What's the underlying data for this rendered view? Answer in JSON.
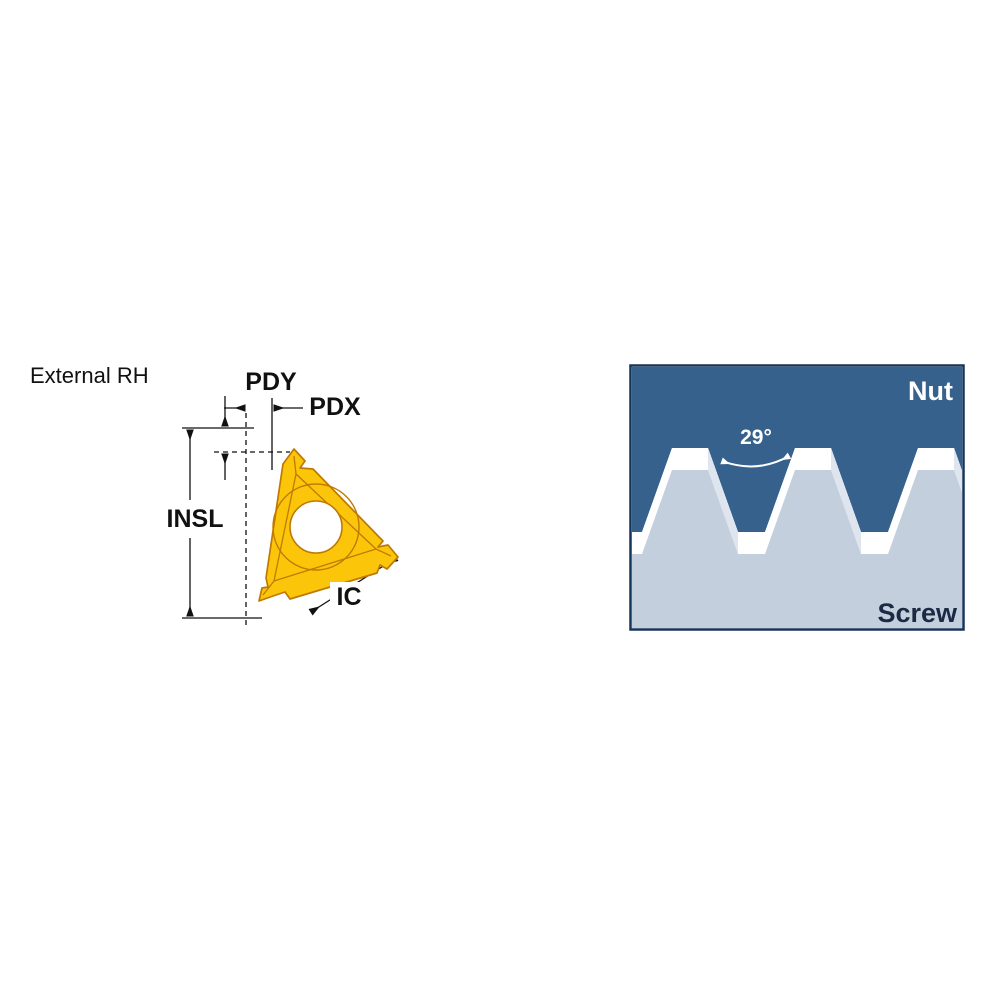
{
  "left_diagram": {
    "title": "External RH",
    "labels": {
      "pdy": "PDY",
      "pdx": "PDX",
      "insl": "INSL",
      "ic": "IC"
    },
    "colors": {
      "insert_fill": "#FBC609",
      "insert_outline": "#BF7903",
      "dimension_lines": "#111111"
    }
  },
  "right_diagram": {
    "labels": {
      "nut": "Nut",
      "screw": "Screw",
      "angle": "29°"
    },
    "colors": {
      "nut_fill": "#35618C",
      "screw_fill": "#C4CFDD",
      "clearance_fill": "#FFFFFF",
      "flank_shading": "#DFE5EE",
      "frame": "#16355A"
    }
  }
}
